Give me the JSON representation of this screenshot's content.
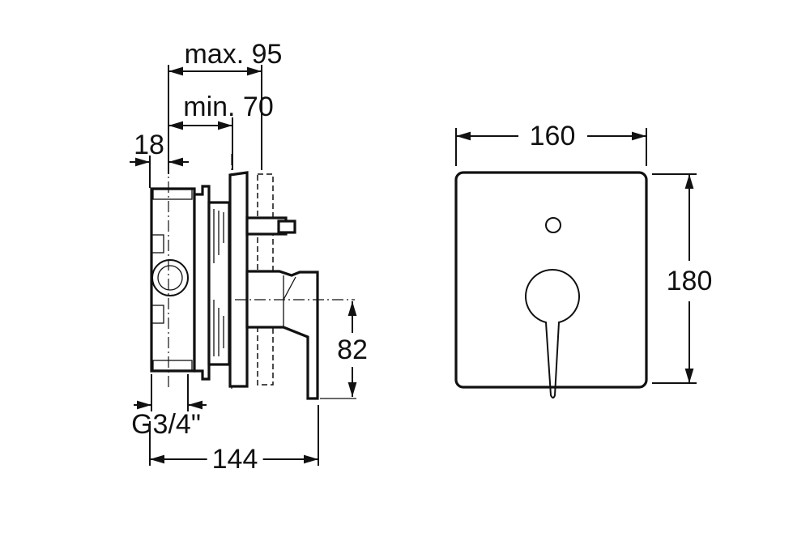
{
  "dimensions": {
    "max_depth": "max. 95",
    "min_depth": "min. 70",
    "wall_offset": "18",
    "connection": "G3/4\"",
    "total_depth": "144",
    "handle_height": "82",
    "plate_width": "160",
    "plate_height": "180"
  }
}
